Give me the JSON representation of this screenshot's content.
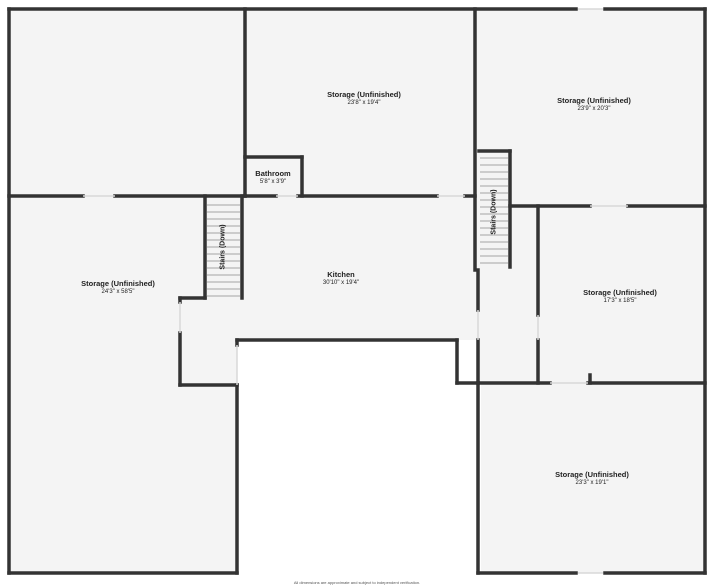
{
  "floorplan": {
    "rooms": [
      {
        "id": "storage-top-middle",
        "name": "Storage (Unfinished)",
        "dims": "23'8\" x 19'4\""
      },
      {
        "id": "storage-top-right",
        "name": "Storage (Unfinished)",
        "dims": "23'9\" x 20'3\""
      },
      {
        "id": "bathroom",
        "name": "Bathroom",
        "dims": "5'8\" x 3'9\""
      },
      {
        "id": "storage-left",
        "name": "Storage (Unfinished)",
        "dims": "24'3\" x 58'5\""
      },
      {
        "id": "kitchen",
        "name": "Kitchen",
        "dims": "30'10\" x 19'4\""
      },
      {
        "id": "storage-mid-right",
        "name": "Storage (Unfinished)",
        "dims": "17'3\" x 18'5\""
      },
      {
        "id": "storage-bottom-right",
        "name": "Storage (Unfinished)",
        "dims": "23'3\" x 19'1\""
      }
    ],
    "stairs": [
      {
        "id": "stairs-left",
        "label": "Stairs (Down)"
      },
      {
        "id": "stairs-right",
        "label": "Stairs (Down)"
      }
    ],
    "disclaimer": "All dimensions are approximate and subject to independent verification."
  },
  "colors": {
    "wall": "#333333",
    "floor": "#f4f4f4",
    "background": "#ffffff",
    "door_gap": "#e6e6e6"
  }
}
